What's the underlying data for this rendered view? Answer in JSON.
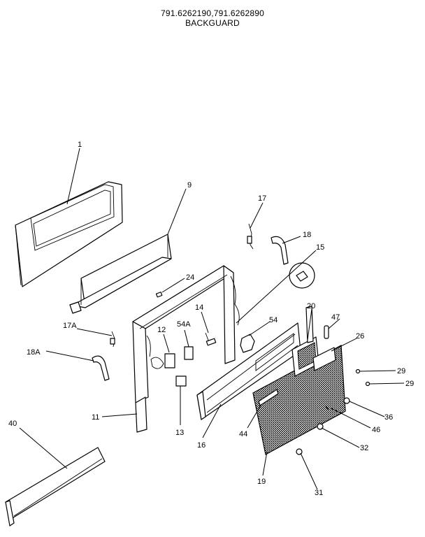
{
  "header": {
    "model_numbers": "791.6262190,791.6262890",
    "section_title": "BACKGUARD"
  },
  "parts": [
    {
      "id": "p1",
      "label": "1"
    },
    {
      "id": "p9",
      "label": "9"
    },
    {
      "id": "p17",
      "label": "17"
    },
    {
      "id": "p18",
      "label": "18"
    },
    {
      "id": "p15",
      "label": "15"
    },
    {
      "id": "p24",
      "label": "24"
    },
    {
      "id": "p14",
      "label": "14"
    },
    {
      "id": "p54",
      "label": "54"
    },
    {
      "id": "p20",
      "label": "20"
    },
    {
      "id": "p47",
      "label": "47"
    },
    {
      "id": "p26",
      "label": "26"
    },
    {
      "id": "p17A",
      "label": "17A"
    },
    {
      "id": "p12",
      "label": "12"
    },
    {
      "id": "p54A",
      "label": "54A"
    },
    {
      "id": "p18A",
      "label": "18A"
    },
    {
      "id": "p29a",
      "label": "29"
    },
    {
      "id": "p29b",
      "label": "29"
    },
    {
      "id": "p11",
      "label": "11"
    },
    {
      "id": "p13",
      "label": "13"
    },
    {
      "id": "p16",
      "label": "16"
    },
    {
      "id": "p36",
      "label": "36"
    },
    {
      "id": "p46",
      "label": "46"
    },
    {
      "id": "p44",
      "label": "44"
    },
    {
      "id": "p32",
      "label": "32"
    },
    {
      "id": "p40",
      "label": "40"
    },
    {
      "id": "p19",
      "label": "19"
    },
    {
      "id": "p31",
      "label": "31"
    }
  ]
}
